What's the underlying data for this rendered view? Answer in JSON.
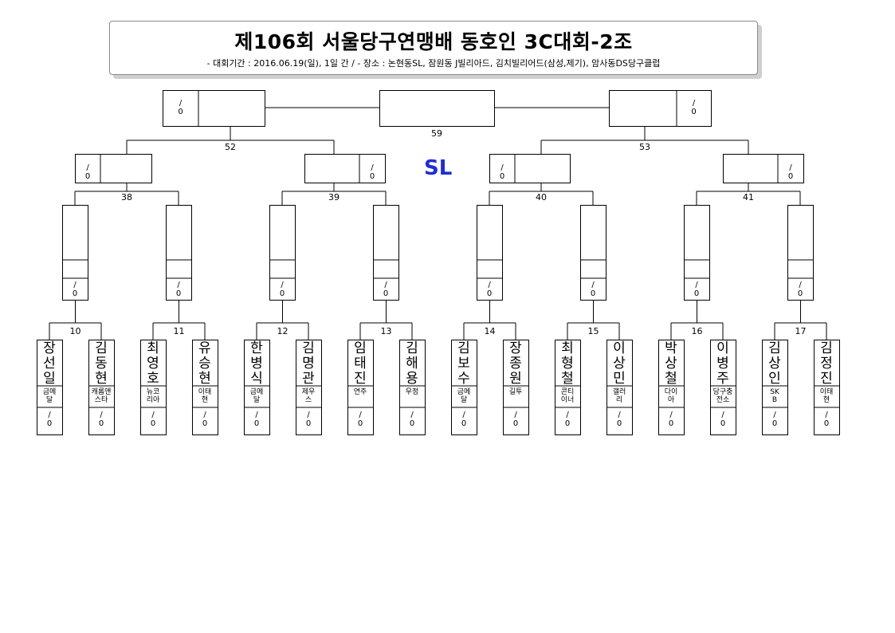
{
  "header": {
    "title": "제106회 서울당구연맹배 동호인 3C대회-2조",
    "subtitle": "- 대회기간 : 2016.06.19(일), 1일 간 / - 장소 : 논현동SL, 잠원동 J빌리아드, 김치빌리어드(삼성,제기), 암사동DS당구클럽"
  },
  "venue_mark": "SL",
  "score_placeholder": {
    "top": "/",
    "bottom": "0"
  },
  "match_numbers": {
    "final": "59",
    "semis": [
      "52",
      "53"
    ],
    "quarters": [
      "38",
      "39",
      "40",
      "41"
    ],
    "first_round": [
      "10",
      "11",
      "12",
      "13",
      "14",
      "15",
      "16",
      "17"
    ]
  },
  "players": [
    {
      "name": "장선일",
      "club": "금메달"
    },
    {
      "name": "김동현",
      "club": "캐롬앤스타"
    },
    {
      "name": "최영호",
      "club": "뉴코리아"
    },
    {
      "name": "유승현",
      "club": "이태현"
    },
    {
      "name": "한병식",
      "club": "금메달"
    },
    {
      "name": "김명관",
      "club": "제우스"
    },
    {
      "name": "임태진",
      "club": "연주"
    },
    {
      "name": "김해용",
      "club": "우정"
    },
    {
      "name": "김보수",
      "club": "금메달"
    },
    {
      "name": "장종원",
      "club": "길투"
    },
    {
      "name": "최형철",
      "club": "콘티이너"
    },
    {
      "name": "이상민",
      "club": "갤러리"
    },
    {
      "name": "박상철",
      "club": "다이아"
    },
    {
      "name": "이병주",
      "club": "당구충전소"
    },
    {
      "name": "김상인",
      "club": "SKB"
    },
    {
      "name": "김정진",
      "club": "이태현"
    }
  ]
}
